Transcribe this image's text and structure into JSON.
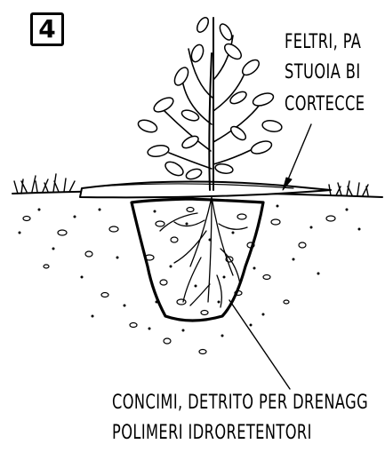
{
  "step_number": "4",
  "top_labels": {
    "line1": "FELTRI, PA",
    "line2": "STUOIA BI",
    "line3": "CORTECCE"
  },
  "bottom_labels": {
    "line1": "CONCIMI, DETRITO PER DRENAGG",
    "line2": "POLIMERI IDRORETENTORI"
  }
}
